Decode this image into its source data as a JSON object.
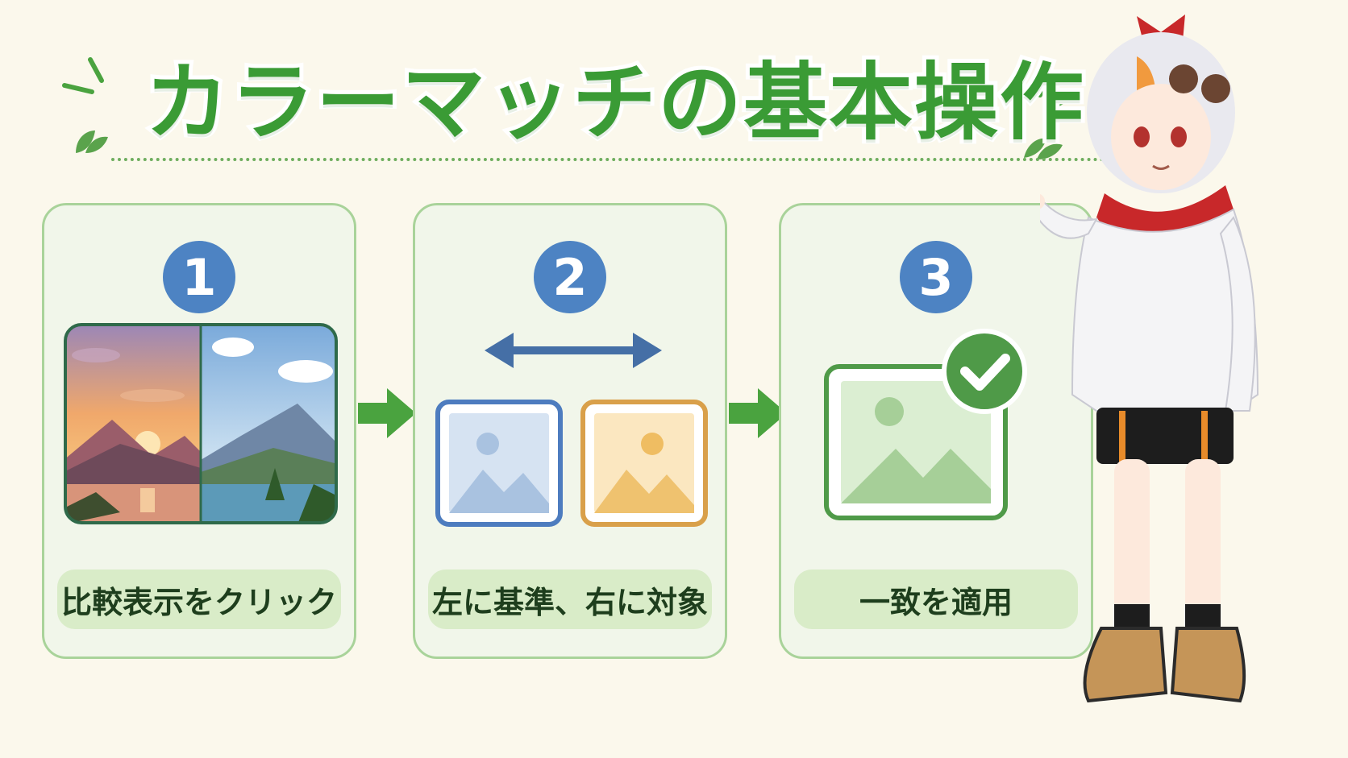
{
  "title": "カラーマッチの基本操作",
  "steps": [
    {
      "number": "1",
      "label": "比較表示をクリック"
    },
    {
      "number": "2",
      "label": "左に基準、右に対象"
    },
    {
      "number": "3",
      "label": "一致を適用"
    }
  ],
  "colors": {
    "title_green": "#3a9b35",
    "badge_blue": "#4d83c3",
    "arrow_green": "#4aa33f",
    "card_border": "#a9d39a",
    "pill_bg": "#d9ecc8",
    "blue_image": "#4d7cbf",
    "orange_image": "#d9a04a",
    "green_check": "#4f9a48"
  },
  "icons": {
    "step1": "comparison-photo-icon",
    "step2": "swap-arrow-icon",
    "step3": "check-image-icon"
  }
}
